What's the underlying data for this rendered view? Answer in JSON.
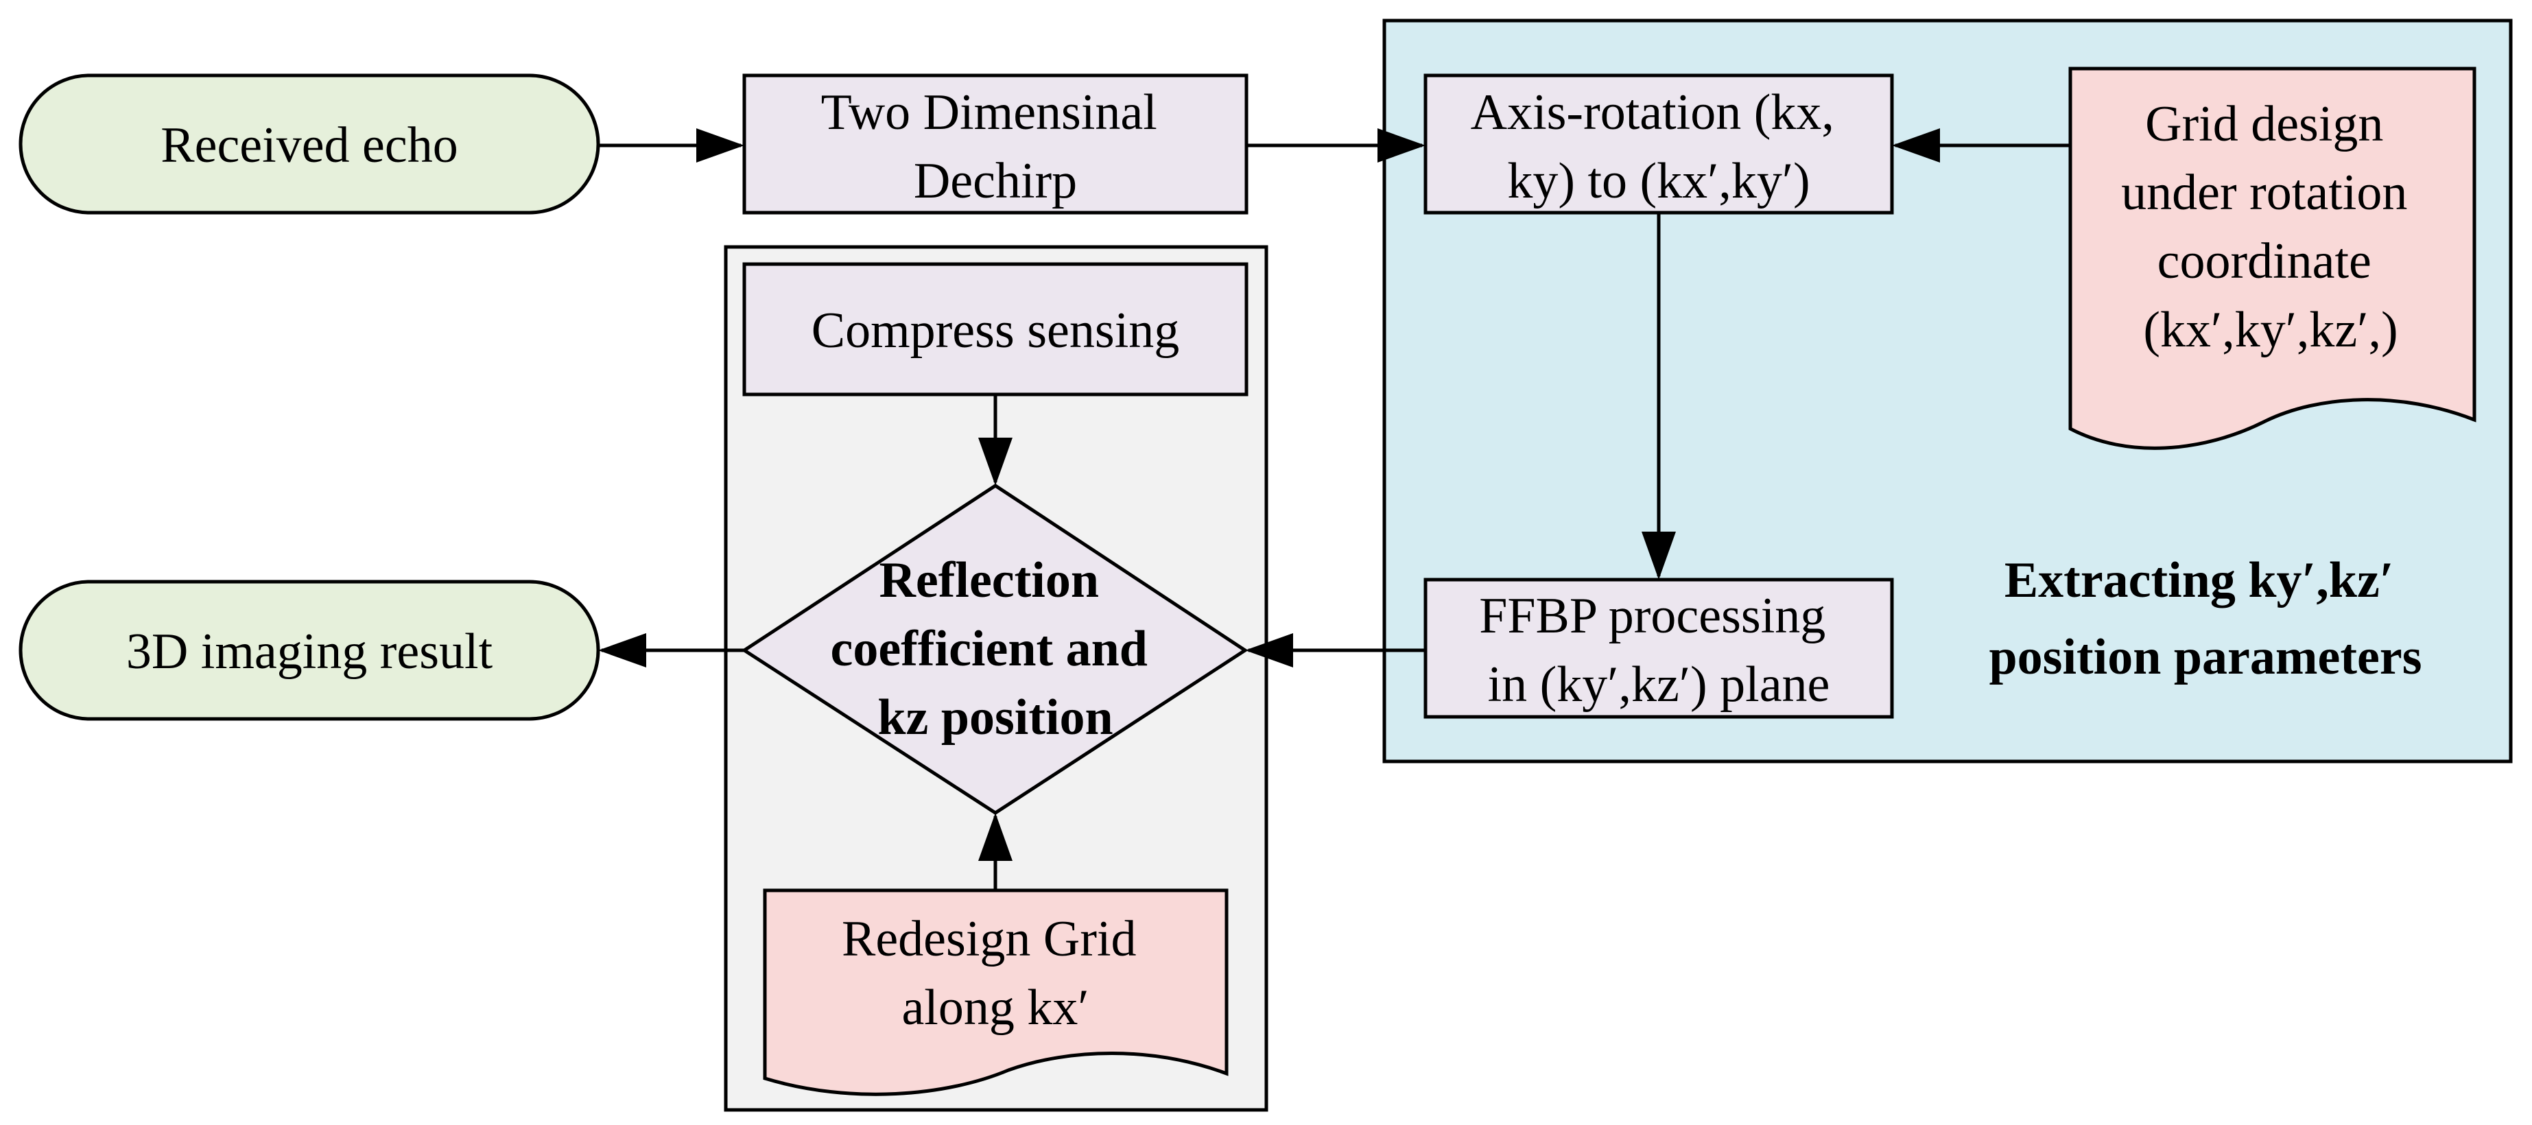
{
  "colors": {
    "terminal_fill": "#e6f0db",
    "process_fill": "#ece6ef",
    "document_fill": "#f9d9d8",
    "group_fill_light": "#f2f2f2",
    "group_fill_blue": "#d5ecf2",
    "line": "#000000"
  },
  "nodes": {
    "received_echo": {
      "lines": [
        "Received echo"
      ]
    },
    "dechirp": {
      "lines": [
        "Two Dimensinal",
        "Dechirp"
      ]
    },
    "axis_rotation": {
      "lines": [
        "Axis-rotation (kx,",
        "ky) to (kx′,ky′)"
      ]
    },
    "grid_design": {
      "lines": [
        "Grid design",
        "under rotation",
        "coordinate",
        "(kx′,ky′,kz′,)"
      ]
    },
    "compress_sensing": {
      "lines": [
        "Compress sensing"
      ]
    },
    "reflection": {
      "lines": [
        "Reflection",
        "coefficient and",
        "kz position"
      ]
    },
    "ffbp": {
      "lines": [
        "FFBP processing",
        "in  (ky′,kz′) plane"
      ]
    },
    "imaging_result": {
      "lines": [
        "3D imaging result"
      ]
    },
    "redesign_grid": {
      "lines": [
        "Redesign Grid",
        "along kx′"
      ]
    }
  },
  "groups": {
    "extracting": {
      "lines": [
        "Extracting ky′,kz′",
        "position parameters"
      ]
    }
  }
}
